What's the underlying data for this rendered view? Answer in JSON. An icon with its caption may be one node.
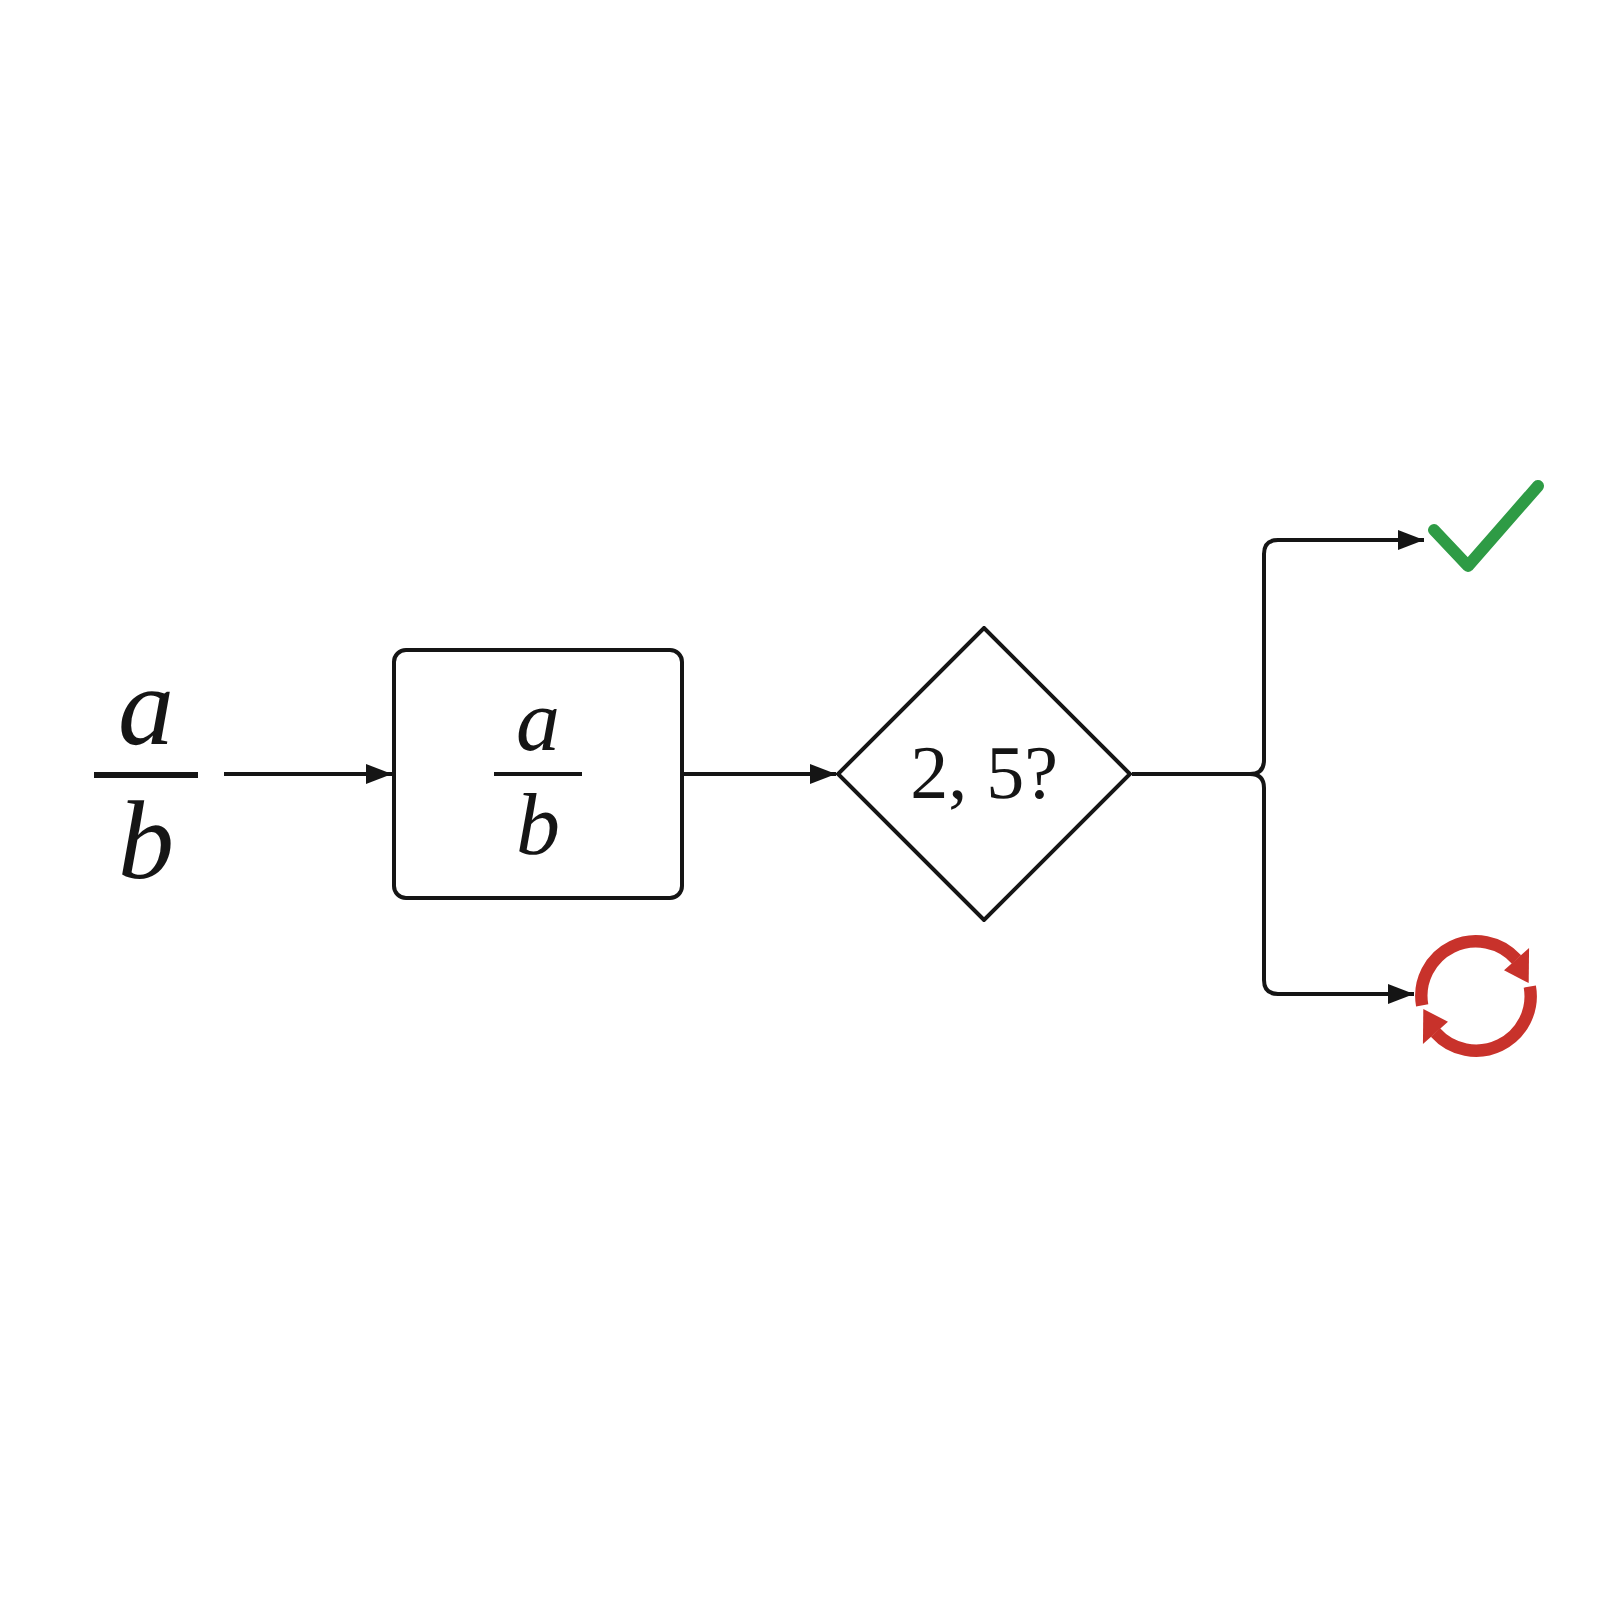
{
  "diagram": {
    "nodes": [
      {
        "text": [
          "a",
          "b"
        ]
      },
      {
        "text": [
          "a",
          "b"
        ]
      },
      {
        "text": [
          "2, 5?"
        ]
      },
      {
        "text": [],
        "shape": "tick"
      },
      {
        "text": [],
        "shape": "cycle"
      }
    ],
    "edges": [
      {
        "from": 0,
        "to": 1,
        "arrow": "to"
      },
      {
        "from": 1,
        "to": 2,
        "arrow": "to"
      },
      {
        "from": 2,
        "to": 3,
        "arrow": "to"
      },
      {
        "from": 2,
        "to": 4,
        "arrow": "to"
      }
    ]
  }
}
